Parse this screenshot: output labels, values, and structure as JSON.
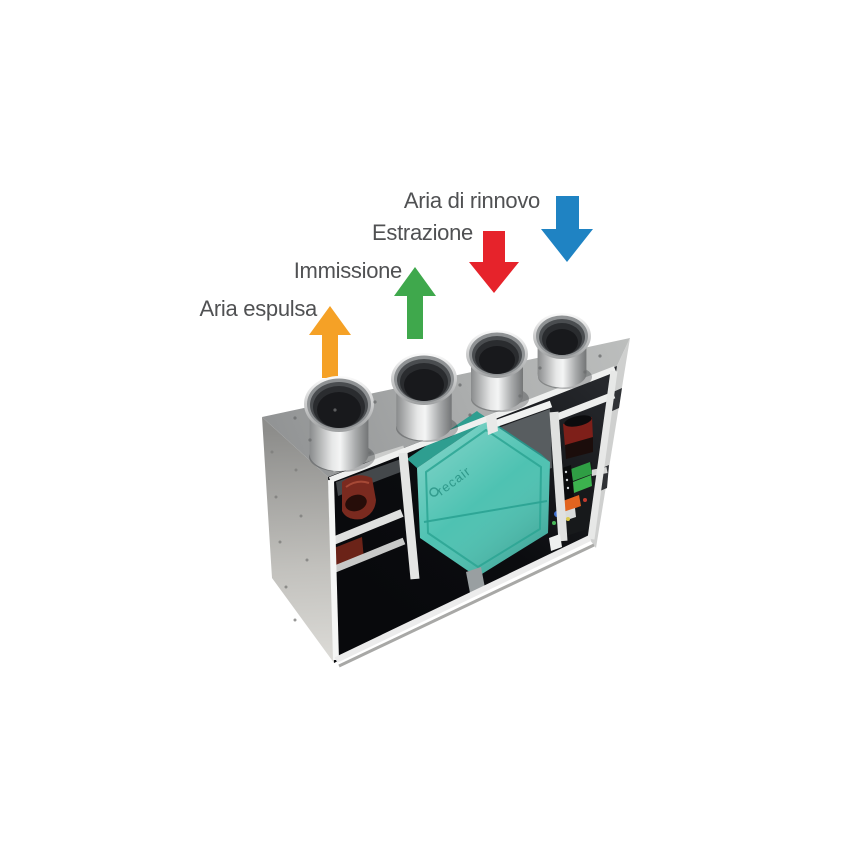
{
  "image": {
    "background_color": "#ffffff",
    "annotation_text_color": "#505153"
  },
  "annotations": [
    {
      "label": "Aria espulsa",
      "color": "#F5A126",
      "direction": "up"
    },
    {
      "label": "Immissione",
      "color": "#3FA84C",
      "direction": "up"
    },
    {
      "label": "Estrazione",
      "color": "#E6232B",
      "direction": "down"
    },
    {
      "label": "Aria di rinnovo",
      "color": "#1F83C3",
      "direction": "down"
    }
  ],
  "unit": {
    "exchanger": {
      "color": "#45BFAE",
      "logo_text": "recair"
    }
  }
}
